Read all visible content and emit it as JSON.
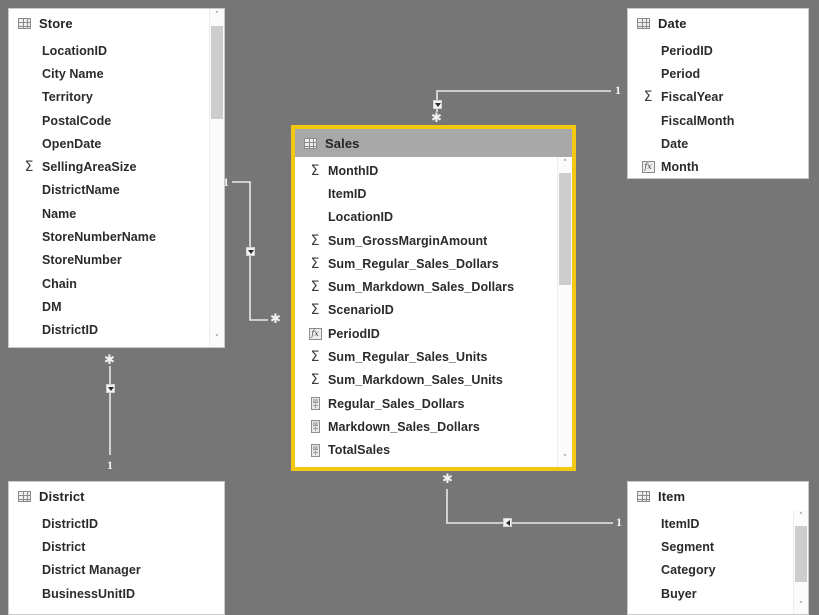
{
  "app": {
    "view_name": "model-relationships-view",
    "background_color": "#767676",
    "selection_color": "#f2c811"
  },
  "tables": [
    {
      "name": "Store",
      "selected": false,
      "icon": "table-icon",
      "scrollbar": {
        "visible": true,
        "up": "˄",
        "down": "˅"
      },
      "fields": [
        {
          "name": "LocationID",
          "icon": "none"
        },
        {
          "name": "City Name",
          "icon": "none"
        },
        {
          "name": "Territory",
          "icon": "none"
        },
        {
          "name": "PostalCode",
          "icon": "none"
        },
        {
          "name": "OpenDate",
          "icon": "none"
        },
        {
          "name": "SellingAreaSize",
          "icon": "sigma"
        },
        {
          "name": "DistrictName",
          "icon": "none"
        },
        {
          "name": "Name",
          "icon": "none"
        },
        {
          "name": "StoreNumberName",
          "icon": "none"
        },
        {
          "name": "StoreNumber",
          "icon": "none"
        },
        {
          "name": "Chain",
          "icon": "none"
        },
        {
          "name": "DM",
          "icon": "none"
        },
        {
          "name": "DistrictID",
          "icon": "none"
        }
      ]
    },
    {
      "name": "Sales",
      "selected": true,
      "icon": "table-icon",
      "scrollbar": {
        "visible": true,
        "up": "˄",
        "down": "˅"
      },
      "fields": [
        {
          "name": "MonthID",
          "icon": "sigma"
        },
        {
          "name": "ItemID",
          "icon": "none"
        },
        {
          "name": "LocationID",
          "icon": "none"
        },
        {
          "name": "Sum_GrossMarginAmount",
          "icon": "sigma"
        },
        {
          "name": "Sum_Regular_Sales_Dollars",
          "icon": "sigma"
        },
        {
          "name": "Sum_Markdown_Sales_Dollars",
          "icon": "sigma"
        },
        {
          "name": "ScenarioID",
          "icon": "sigma"
        },
        {
          "name": "PeriodID",
          "icon": "fx"
        },
        {
          "name": "Sum_Regular_Sales_Units",
          "icon": "sigma"
        },
        {
          "name": "Sum_Markdown_Sales_Units",
          "icon": "sigma"
        },
        {
          "name": "Regular_Sales_Dollars",
          "icon": "measure"
        },
        {
          "name": "Markdown_Sales_Dollars",
          "icon": "measure"
        },
        {
          "name": "TotalSales",
          "icon": "measure"
        }
      ]
    },
    {
      "name": "Date",
      "selected": false,
      "icon": "table-icon",
      "scrollbar": {
        "visible": false
      },
      "fields": [
        {
          "name": "PeriodID",
          "icon": "none"
        },
        {
          "name": "Period",
          "icon": "none"
        },
        {
          "name": "FiscalYear",
          "icon": "sigma"
        },
        {
          "name": "FiscalMonth",
          "icon": "none"
        },
        {
          "name": "Date",
          "icon": "none"
        },
        {
          "name": "Month",
          "icon": "fx"
        }
      ]
    },
    {
      "name": "District",
      "selected": false,
      "icon": "table-icon",
      "scrollbar": {
        "visible": false
      },
      "fields": [
        {
          "name": "DistrictID",
          "icon": "none"
        },
        {
          "name": "District",
          "icon": "none"
        },
        {
          "name": "District Manager",
          "icon": "none"
        },
        {
          "name": "BusinessUnitID",
          "icon": "none"
        }
      ]
    },
    {
      "name": "Item",
      "selected": false,
      "icon": "table-icon",
      "scrollbar": {
        "visible": true,
        "up": "˄",
        "down": "˅"
      },
      "fields": [
        {
          "name": "ItemID",
          "icon": "none"
        },
        {
          "name": "Segment",
          "icon": "none"
        },
        {
          "name": "Category",
          "icon": "none"
        },
        {
          "name": "Buyer",
          "icon": "none"
        }
      ]
    }
  ],
  "relationships": [
    {
      "id": "store-sales",
      "from_table": "Store",
      "to_table": "Sales",
      "from_cardinality": "1",
      "to_cardinality": "*",
      "cross_filter": "single-down"
    },
    {
      "id": "date-sales",
      "from_table": "Date",
      "to_table": "Sales",
      "from_cardinality": "1",
      "to_cardinality": "*",
      "cross_filter": "single-down"
    },
    {
      "id": "store-district",
      "from_table": "Store",
      "to_table": "District",
      "from_cardinality": "*",
      "to_cardinality": "1",
      "cross_filter": "single-down"
    },
    {
      "id": "sales-item",
      "from_table": "Sales",
      "to_table": "Item",
      "from_cardinality": "*",
      "to_cardinality": "1",
      "cross_filter": "single-left"
    }
  ]
}
